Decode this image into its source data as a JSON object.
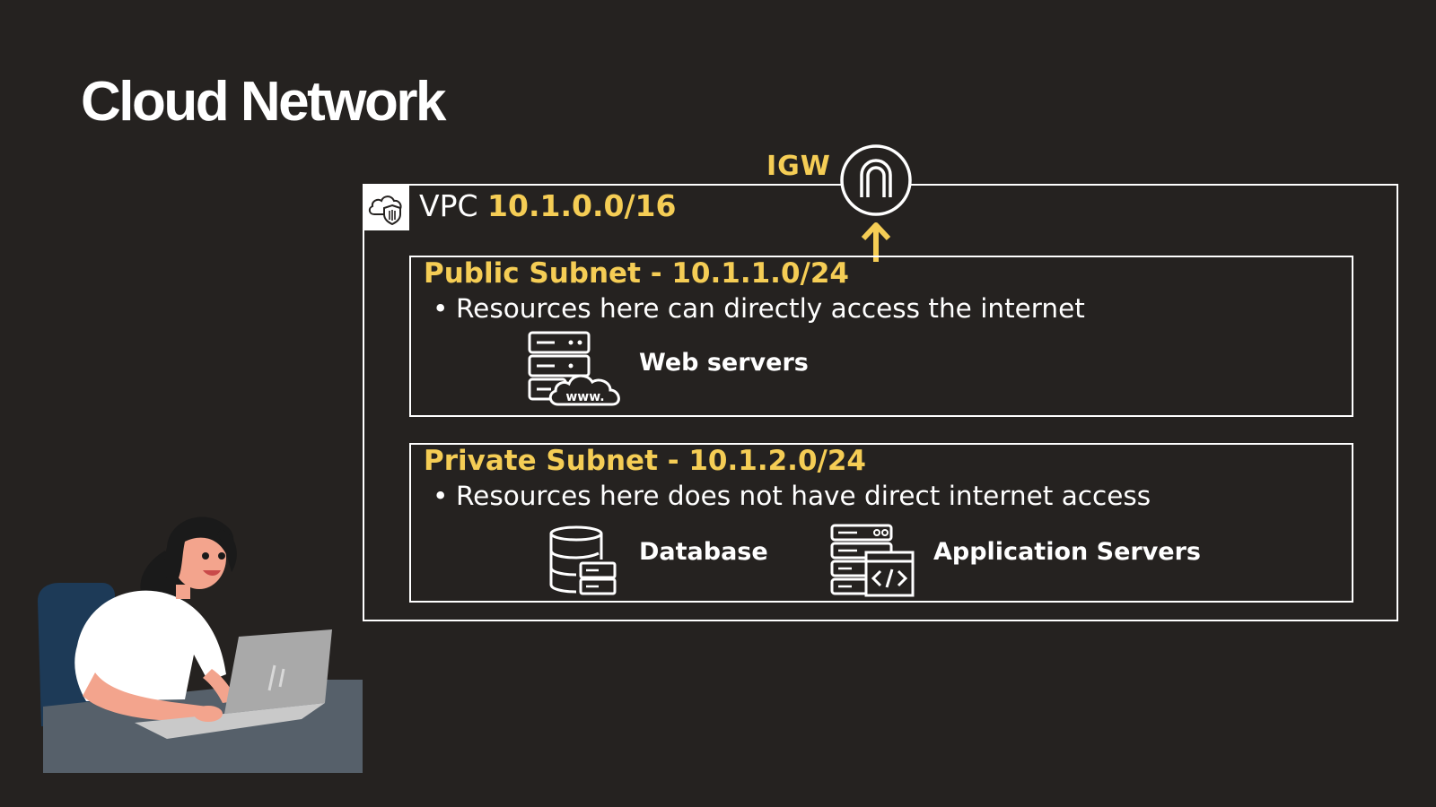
{
  "page": {
    "title": "Cloud Network"
  },
  "vpc": {
    "label": "VPC",
    "cidr": "10.1.0.0/16"
  },
  "igw": {
    "label": "IGW"
  },
  "public_subnet": {
    "title": "Public Subnet - 10.1.1.0/24",
    "bullet": "•",
    "description": "Resources here can directly access the internet",
    "items": [
      {
        "label": "Web servers",
        "icon": "web-server-icon",
        "icon_text": "www."
      }
    ]
  },
  "private_subnet": {
    "title": "Private Subnet - 10.1.2.0/24",
    "bullet": "•",
    "description": "Resources here does not have direct internet access",
    "items": [
      {
        "label": "Database",
        "icon": "database-icon"
      },
      {
        "label": "Application Servers",
        "icon": "application-server-icon"
      }
    ]
  },
  "colors": {
    "background": "#252220",
    "accent": "#f5cd55",
    "line": "#ffffff"
  }
}
